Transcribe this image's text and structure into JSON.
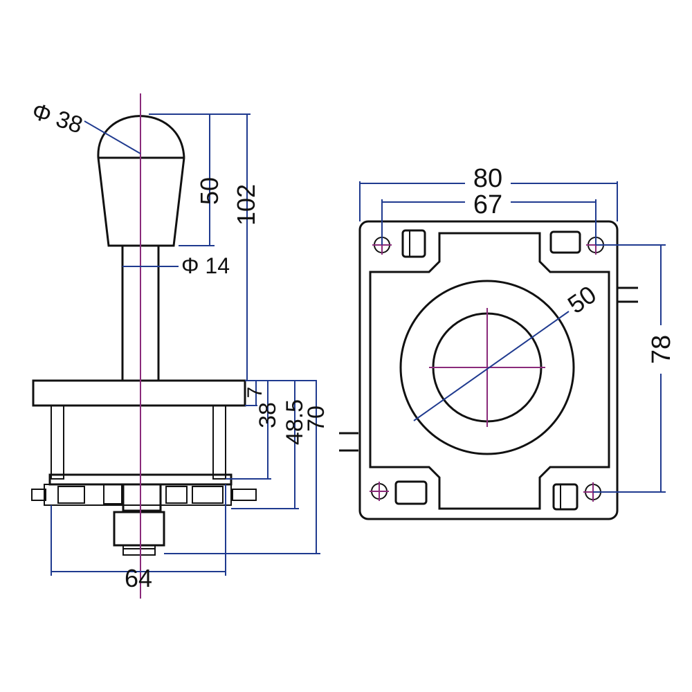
{
  "colors": {
    "outline": "#111111",
    "dimension_line": "#1f3a8f",
    "center_line": "#8a2a7a",
    "background": "#ffffff"
  },
  "side_view": {
    "knob_diameter": "Φ 38",
    "knob_height": "50",
    "total_height": "102",
    "shaft_diameter": "Φ 14",
    "plate_thickness": "7",
    "body_height": "38",
    "body_to_pcb": "48.5",
    "overall_below_plate": "70",
    "width": "64"
  },
  "top_view": {
    "plate_width": "80",
    "hole_spacing_x": "67",
    "hole_spacing_y": "78",
    "circle_diameter": "50"
  }
}
